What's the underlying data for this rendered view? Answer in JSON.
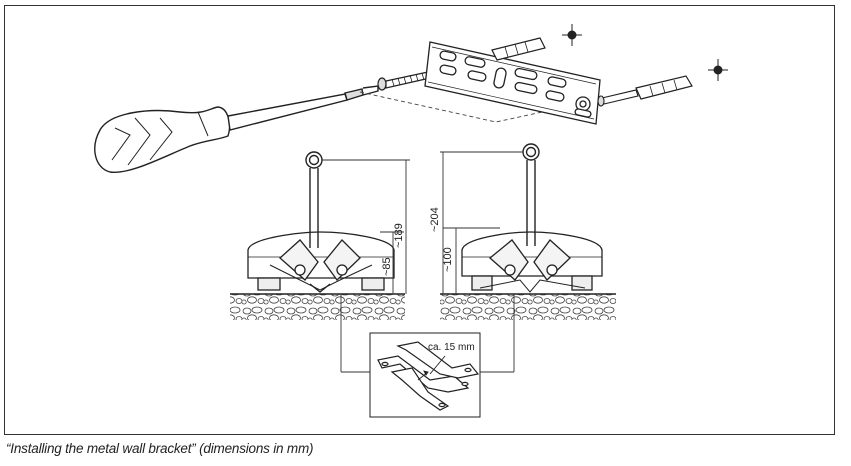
{
  "figure": {
    "dim_left_height": "~189",
    "dim_left_lower": "~85",
    "dim_right_height": "~204",
    "dim_right_lower": "~100",
    "detail_label": "ca. 15 mm"
  },
  "caption": "“Installing the metal wall bracket” (dimensions in mm)"
}
